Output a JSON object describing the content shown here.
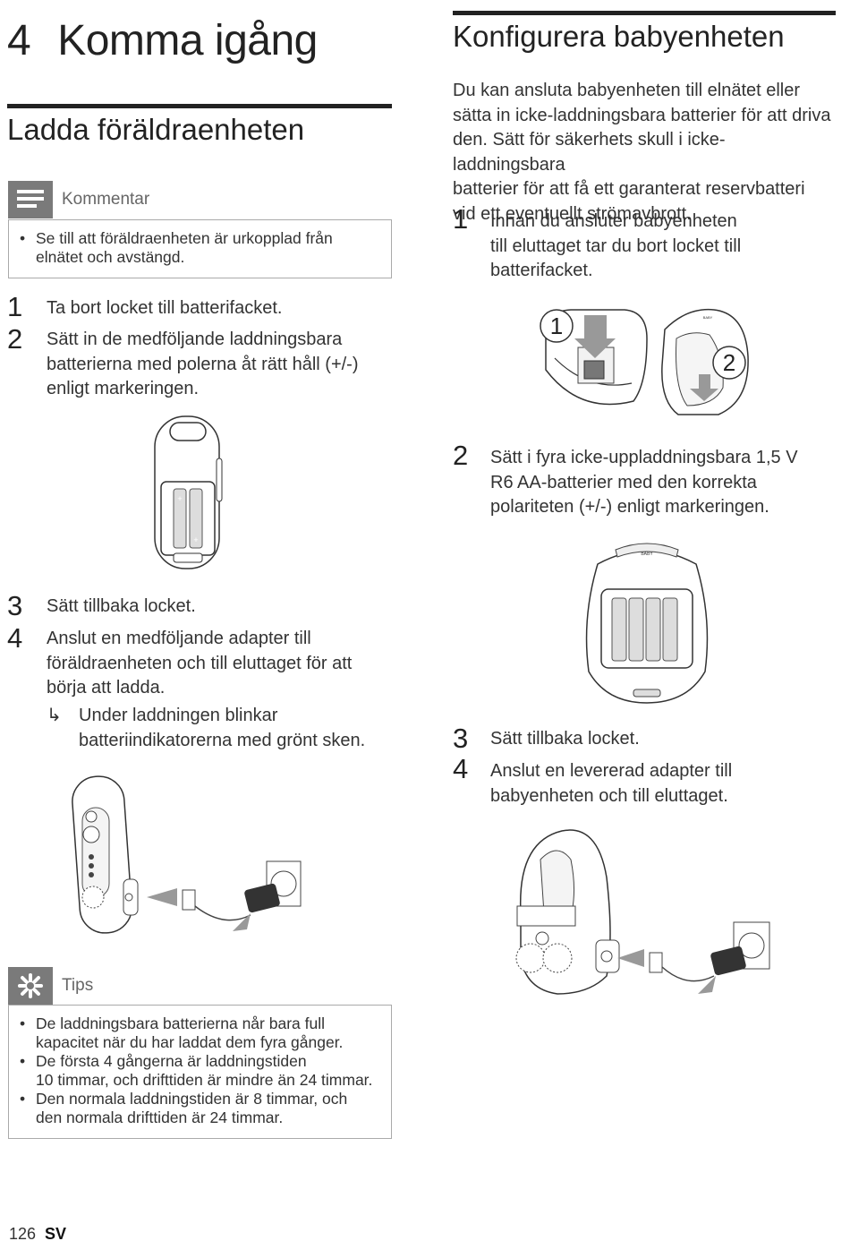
{
  "chapter": {
    "number": "4",
    "title": "Komma igång"
  },
  "left": {
    "title": "Ladda föräldraenheten",
    "note": {
      "label": "Kommentar",
      "items": [
        "Se till att föräldraenheten är urkopplad från elnätet och avstängd."
      ]
    },
    "steps_a": [
      {
        "num": "1",
        "lines": [
          "Ta bort locket till batterifacket."
        ]
      },
      {
        "num": "2",
        "lines": [
          "Sätt in de medföljande laddningsbara",
          "batterierna med polerna åt rätt håll (+/-)",
          "enligt markeringen."
        ]
      }
    ],
    "steps_b": [
      {
        "num": "3",
        "lines": [
          "Sätt tillbaka locket."
        ]
      },
      {
        "num": "4",
        "lines": [
          "Anslut en medföljande adapter till",
          "föräldraenheten och till eluttaget för att",
          "börja att ladda."
        ]
      }
    ],
    "result": {
      "arrow": "↳",
      "lines": [
        "Under laddningen blinkar",
        "batteriindikatorerna med grönt sken."
      ]
    },
    "tips": {
      "label": "Tips",
      "items": [
        [
          "De laddningsbara batterierna når bara full",
          "kapacitet när du har laddat dem fyra gånger."
        ],
        [
          "De första 4 gångerna är laddningstiden",
          "10 timmar, och drifttiden är mindre än 24 timmar."
        ],
        [
          "Den normala laddningstiden är 8 timmar, och",
          "den normala drifttiden är 24 timmar."
        ]
      ]
    }
  },
  "right": {
    "title": "Konfigurera babyenheten",
    "intro": [
      "Du kan ansluta babyenheten till elnätet eller",
      "sätta in icke-laddningsbara batterier för att driva",
      "den. Sätt för säkerhets skull i icke-laddningsbara",
      "batterier för att få ett garanterat reservbatteri",
      "vid ett eventuellt strömavbrott."
    ],
    "step1": {
      "num": "1",
      "lines": [
        "Innan du ansluter babyenheten",
        "till eluttaget tar du bort locket till",
        "batterifacket."
      ]
    },
    "step2": {
      "num": "2",
      "lines": [
        "Sätt i fyra icke-uppladdningsbara 1,5 V",
        "R6 AA-batterier med den korrekta",
        "polariteten (+/-) enligt markeringen."
      ]
    },
    "step3": {
      "num": "3",
      "lines": [
        "Sätt tillbaka locket."
      ]
    },
    "step4": {
      "num": "4",
      "lines": [
        "Anslut en levererad adapter till",
        "babyenheten och till eluttaget."
      ]
    },
    "figure_labels": {
      "circle1": "1",
      "circle2": "2",
      "baby": "BABY"
    }
  },
  "footer": {
    "page": "126",
    "lang": "SV"
  }
}
